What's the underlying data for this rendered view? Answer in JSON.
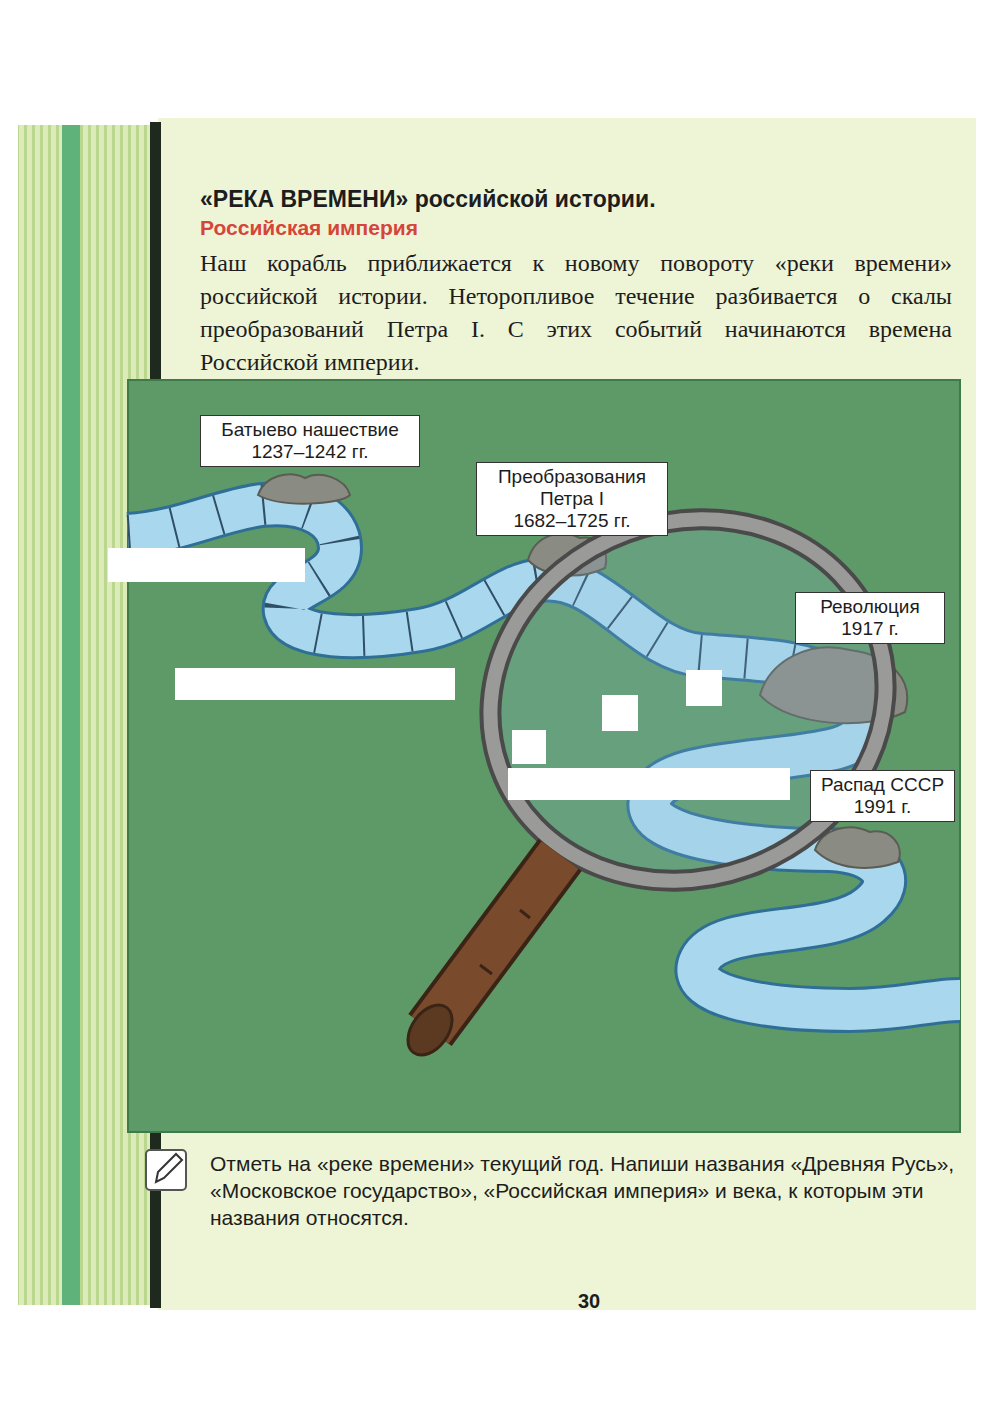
{
  "diagram": {
    "title": "«РЕКА ВРЕМЕНИ» российской истории.",
    "nodes": [
      {
        "text": [
          "Батыево нашествие",
          "1237–1242 гг."
        ]
      },
      {
        "text": [
          "Преобразования Петра I",
          "1682–1725 гг."
        ]
      },
      {
        "text": [
          "Революция",
          "1917 г."
        ]
      },
      {
        "text": [
          "Распад СССР",
          "1991 г."
        ]
      }
    ],
    "labels": [
      "Российская империя",
      "Наш корабль приближается к новому повороту «реки времени» российской истории. Неторопливое течение разбивается о скалы преобразований Петра I. С этих событий начинаются времена Российской империи.",
      "Отметь на «реке времени» текущий год. Напиши названия «Древняя Русь», «Московское государство», «Российская империя» и века, к которым эти названия относятся.",
      "30"
    ]
  }
}
